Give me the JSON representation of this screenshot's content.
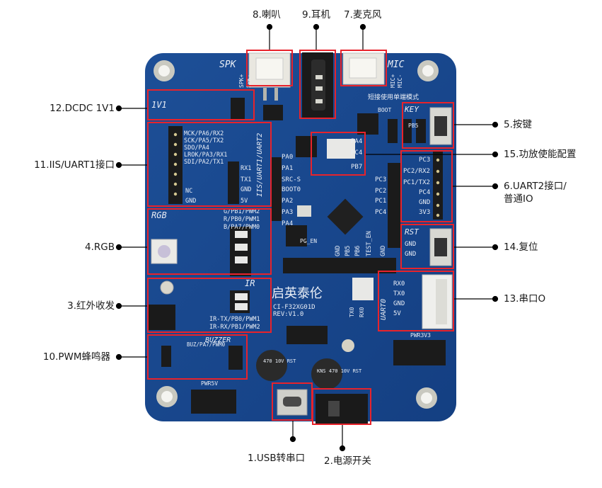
{
  "diagram": {
    "callouts": {
      "speaker": "8.喇叭",
      "earphone": "9.耳机",
      "microphone": "7.麦克风",
      "dcdc": "12.DCDC 1V1",
      "iis_uart1": "11.IIS/UART1接口",
      "rgb": "4.RGB",
      "ir": "3.红外收发",
      "pwm_buzzer": "10.PWM蜂鸣器",
      "usb_serial": "1.USB转串口",
      "power_switch": "2.电源开关",
      "key": "5.按键",
      "amp_enable": "15.功放使能配置",
      "uart2": "6.UART2接口/普通IO",
      "reset": "14.复位",
      "serial0": "13.串口O"
    },
    "board": {
      "brand": "启英泰伦",
      "model": "CI-F32XG01D",
      "rev": "REV:V1.0",
      "section_spk": "SPK",
      "section_mic": "MIC",
      "section_1v1": "1V1",
      "section_rgb": "RGB",
      "section_ir": "IR",
      "section_buzzer": "BUZZER",
      "section_key": "KEY",
      "section_rst": "RST",
      "section_boot": "BOOT",
      "section_uart0": "UART0",
      "section_uart_iis": "IIS/UART1/UART2",
      "section_pwr3v3": "PWR3V3",
      "section_pwr5v": "PWR5V",
      "mic_note": "短接使用单端模式",
      "iis_pins": [
        "MCK/PA6/RX2",
        "SCK/PA5/TX2",
        "SDO/PA4",
        "LROK/PA3/RX1",
        "SDI/PA2/TX1"
      ],
      "uart1_pins": [
        "RX1",
        "TX1",
        "GND",
        "5V"
      ],
      "nc_gnd": [
        "NC",
        "GND"
      ],
      "rgb_pins": [
        "G/PB1/PWM2",
        "R/PB0/PWM1",
        "B/PA7/PWM0"
      ],
      "ir_pins": [
        "IR-TX/PB0/PWM1",
        "IR-RX/PB1/PWM2"
      ],
      "buzzer_pin": "BUZ/PA7/PWM0",
      "uart2_pins": [
        "PC3",
        "PC2/RX2",
        "PC1/TX2",
        "PC4",
        "GND",
        "3V3"
      ],
      "rst_pins": [
        "GND",
        "GND"
      ],
      "uart0_pins": [
        "RX0",
        "TX0",
        "GND",
        "5V"
      ],
      "core_left": [
        "PA0",
        "PA1",
        "SRC-S",
        "BOOT0",
        "PA2",
        "PA3",
        "PA4"
      ],
      "core_right": [
        "PA4",
        "PC4",
        "PB7",
        "PC3",
        "PC2",
        "PC1",
        "PC4"
      ],
      "bottom_pins": [
        "GND",
        "PB5",
        "PB6",
        "TEST_EN",
        "GND"
      ],
      "pg_en": "PG_EN",
      "spk_pins": [
        "SPK+",
        "SPK-"
      ],
      "mic_pins": [
        "MIC+",
        "MIC-"
      ],
      "boot_pin": "PB5",
      "cap1": "470 10V RST",
      "cap2": "KNS 470 10V RST",
      "tx_rx": [
        "TX0",
        "RX0"
      ]
    }
  }
}
